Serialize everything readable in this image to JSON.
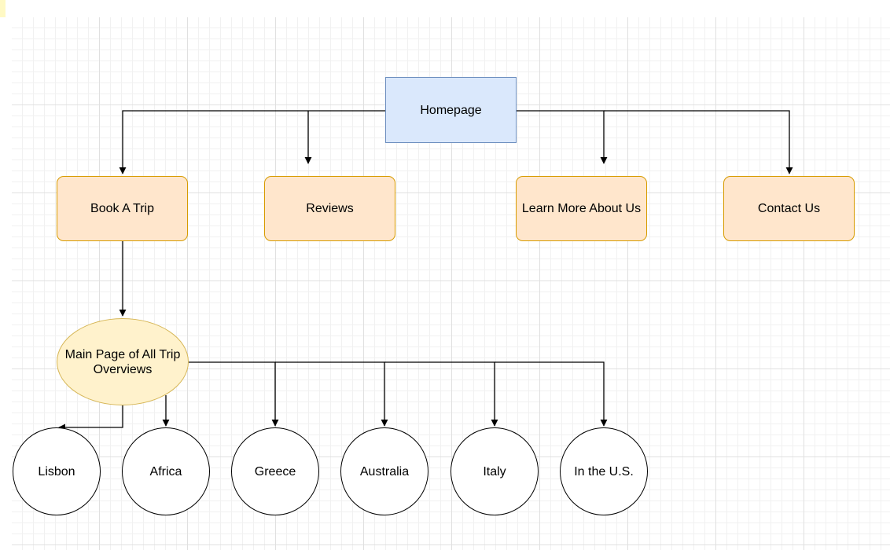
{
  "diagram": {
    "colors": {
      "page_fill": "#dae8fc",
      "page_stroke": "#6c8ebf",
      "section_fill": "#ffe6cc",
      "section_stroke": "#d79b00",
      "overview_fill": "#fff2cc",
      "overview_stroke": "#d6b656",
      "destination_fill": "#ffffff",
      "destination_stroke": "#000000",
      "connector": "#000000"
    },
    "root": {
      "label": "Homepage"
    },
    "sections": [
      {
        "label": "Book A Trip"
      },
      {
        "label": "Reviews"
      },
      {
        "label": "Learn More About Us"
      },
      {
        "label": "Contact Us"
      }
    ],
    "overview": {
      "label": "Main Page of All Trip Overviews"
    },
    "destinations": [
      {
        "label": "Lisbon"
      },
      {
        "label": "Africa"
      },
      {
        "label": "Greece"
      },
      {
        "label": "Australia"
      },
      {
        "label": "Italy"
      },
      {
        "label": "In the U.S."
      }
    ]
  }
}
